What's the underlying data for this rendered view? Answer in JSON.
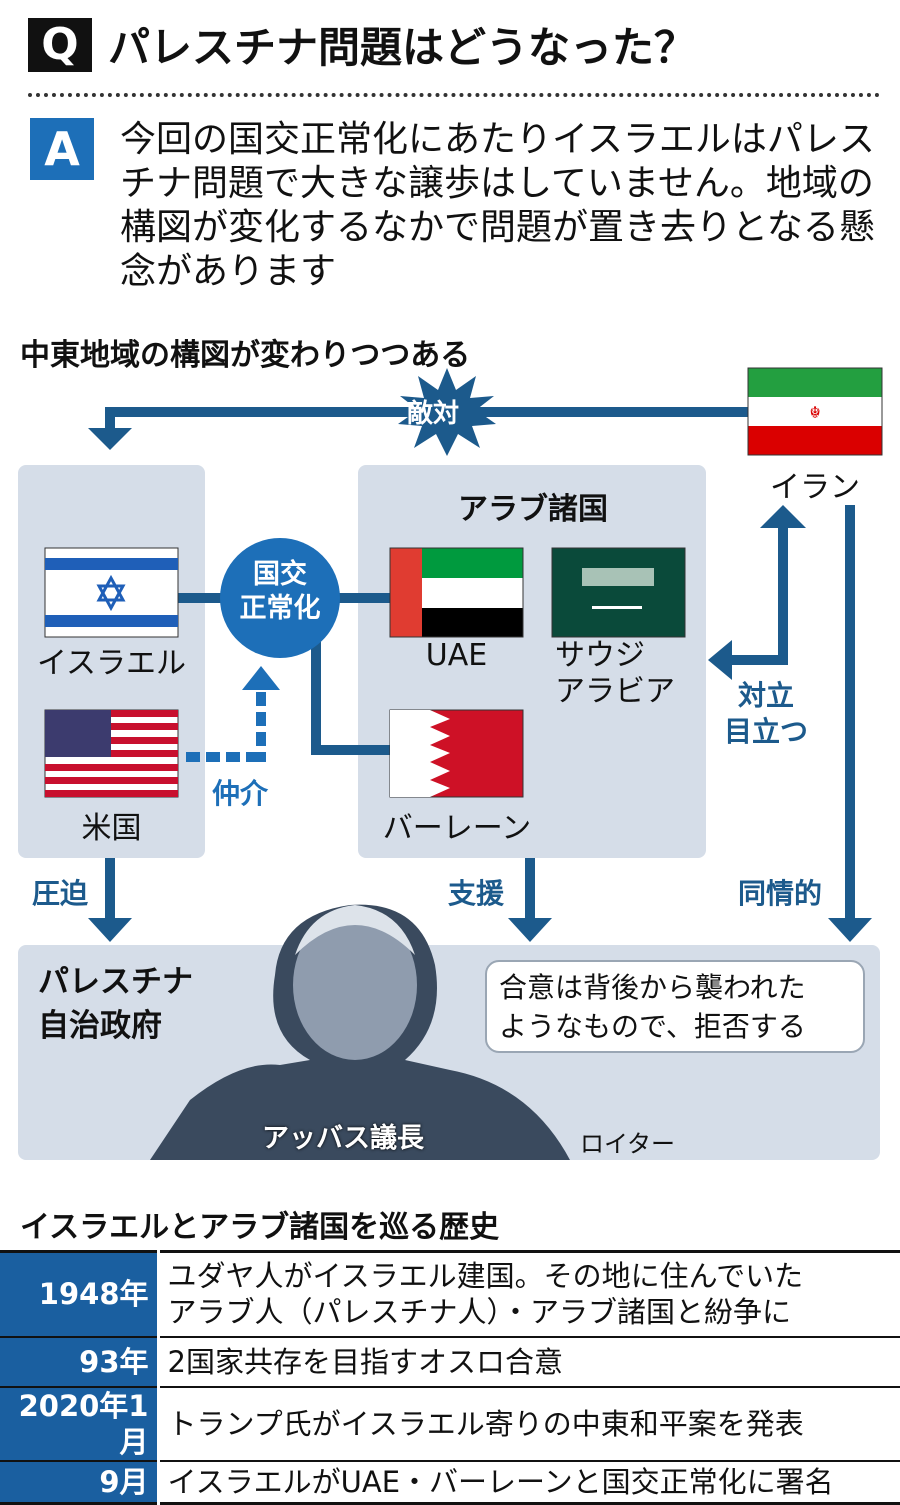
{
  "header": {
    "q_label": "Q",
    "title": "パレスチナ問題はどうなった？",
    "a_label": "A",
    "answer": "今回の国交正常化にあたりイスラエルはパレスチナ問題で大きな譲歩はしていません。地域の構図が変化するなかで問題が置き去りとなる懸念があります"
  },
  "diagram": {
    "title": "中東地域の構図が変わりつつある",
    "hostility": "敵対",
    "iran": "イラン",
    "israel": "イスラエル",
    "us": "米国",
    "normalization": [
      "国交",
      "正常化"
    ],
    "mediation": "仲介",
    "arab_title": "アラブ諸国",
    "uae": "UAE",
    "saudi": [
      "サウジ",
      "アラビア"
    ],
    "bahrain": "バーレーン",
    "conflict": [
      "対立",
      "目立つ"
    ],
    "oppression": "圧迫",
    "support": "支援",
    "sympathetic": "同情的",
    "pa": [
      "パレスチナ",
      "自治政府"
    ],
    "quote": [
      "合意は背後から襲われた",
      "ようなもので、拒否する"
    ],
    "photo_caption": "アッバス議長",
    "credit": "ロイター",
    "colors": {
      "arrow": "#1c5a8c",
      "panel": "#d5dde8",
      "accent": "#1d6fb8"
    }
  },
  "history": {
    "title": "イスラエルとアラブ諸国を巡る歴史",
    "rows": [
      {
        "date": "1948年",
        "text": [
          "ユダヤ人がイスラエル建国。その地に住んでいた",
          "アラブ人（パレスチナ人）・アラブ諸国と紛争に"
        ]
      },
      {
        "date": "93年",
        "text": [
          "2国家共存を目指すオスロ合意"
        ]
      },
      {
        "date": "2020年1月",
        "text": [
          "トランプ氏がイスラエル寄りの中東和平案を発表"
        ]
      },
      {
        "date": "9月",
        "text": [
          "イスラエルがUAE・バーレーンと国交正常化に署名"
        ]
      }
    ]
  }
}
